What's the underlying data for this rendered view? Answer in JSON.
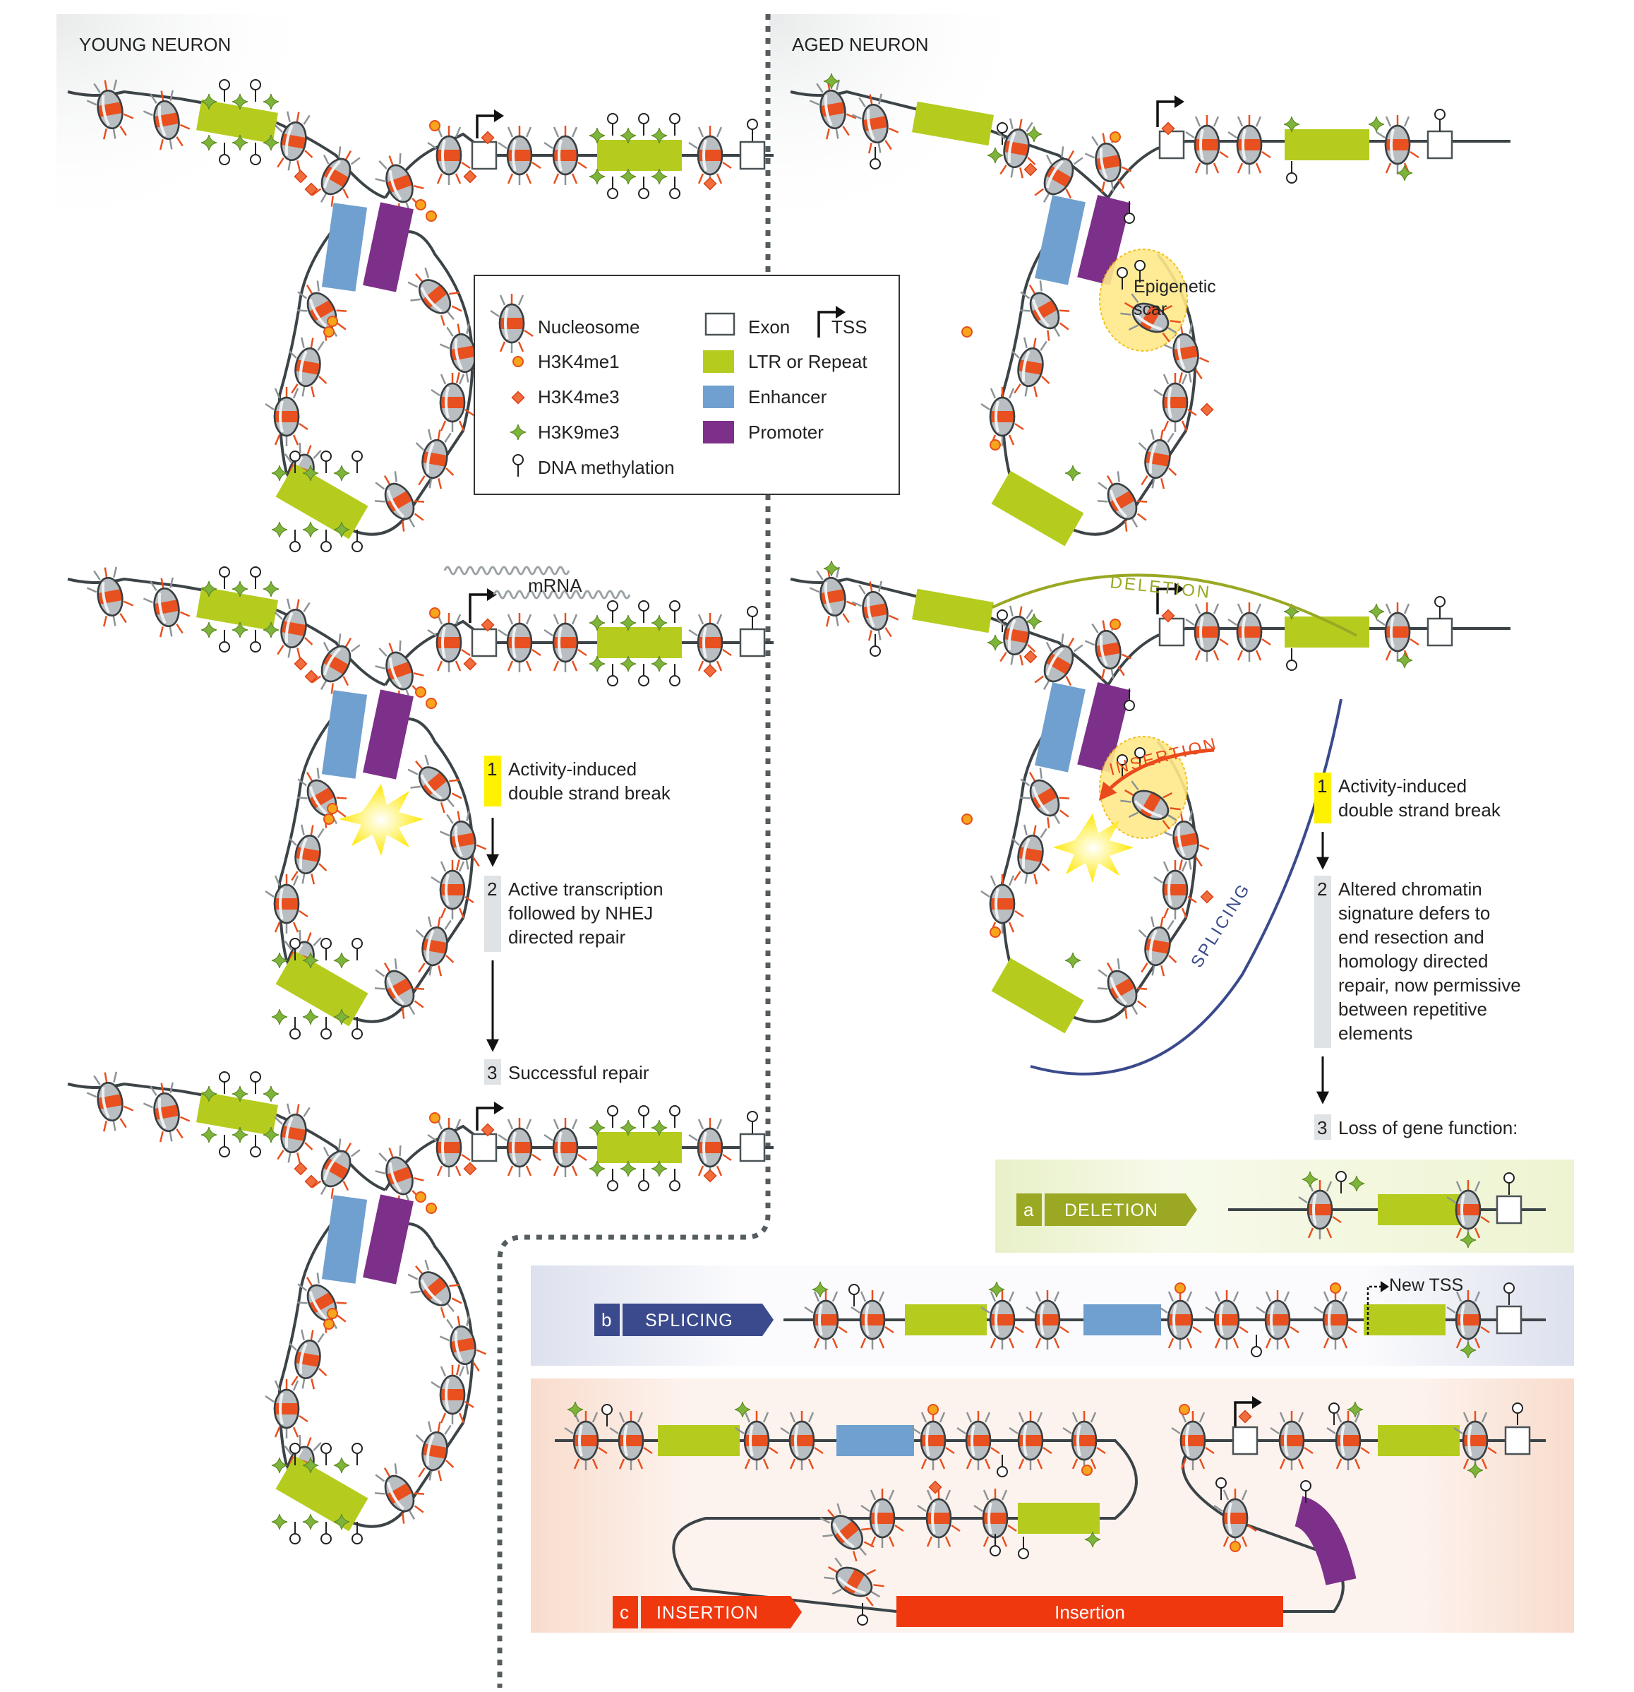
{
  "panels": {
    "young": "YOUNG NEURON",
    "aged": "AGED NEURON"
  },
  "legend": {
    "nucleosome": "Nucleosome",
    "h3k4me1": "H3K4me1",
    "h3k4me3": "H3K4me3",
    "h3k9me3": "H3K9me3",
    "dna_methylation": "DNA methylation",
    "exon": "Exon",
    "tss": "TSS",
    "ltr": "LTR or Repeat",
    "enhancer": "Enhancer",
    "promoter": "Promoter"
  },
  "labels": {
    "mrna": "mRNA",
    "epigenetic_scar_1": "Epigenetic",
    "epigenetic_scar_2": "scar",
    "deletion_arc": "DELETION",
    "insertion_arc": "INSERTION",
    "splicing_arc": "SPLICING",
    "new_tss": "New TSS",
    "insertion_bar": "Insertion"
  },
  "young_steps": [
    {
      "num": "1",
      "lines": [
        "Activity-induced",
        "double strand break"
      ]
    },
    {
      "num": "2",
      "lines": [
        "Active transcription",
        "followed by  NHEJ",
        "directed repair"
      ]
    },
    {
      "num": "3",
      "lines": [
        "Successful repair"
      ]
    }
  ],
  "aged_steps": [
    {
      "num": "1",
      "lines": [
        "Activity-induced",
        "double strand break"
      ]
    },
    {
      "num": "2",
      "lines": [
        "Altered chromatin",
        "signature defers to",
        "end resection and",
        "homology   directed",
        "repair, now permissive",
        "between repetitive",
        "elements"
      ]
    },
    {
      "num": "3",
      "lines": [
        "Loss of gene function:"
      ]
    }
  ],
  "outcomes": [
    {
      "letter": "a",
      "label": "DELETION"
    },
    {
      "letter": "b",
      "label": "SPLICING"
    },
    {
      "letter": "c",
      "label": "INSERTION"
    }
  ],
  "colors": {
    "ltr": "#b5cc1f",
    "enhancer": "#6fa0cf",
    "promoter": "#7d3089",
    "insertion": "#f0380f",
    "h3k4me1": "#f7a51c",
    "h3k4me3": "#f26d3d",
    "h3k9me3": "#7fb43a",
    "deletion": "#9aa823",
    "splicing": "#3a4a8c",
    "step_yellow": "#fff200",
    "step_grey": "#dfe3e5"
  }
}
